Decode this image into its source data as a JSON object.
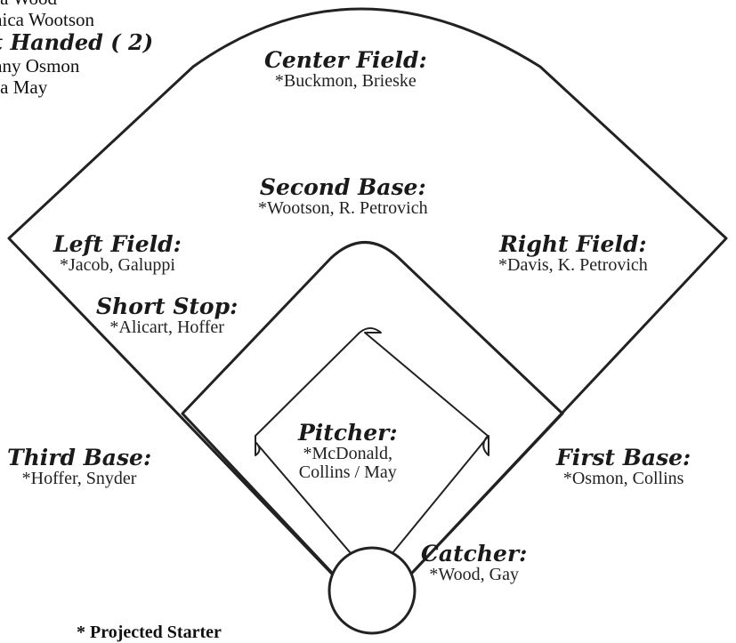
{
  "handed_list": {
    "top_names": [
      "sa Wood",
      "nica Wootson"
    ],
    "heading": "t Handed ( 2)",
    "names": [
      "nny Osmon",
      "sa May"
    ]
  },
  "positions": {
    "center_field": {
      "title": "Center Field:",
      "names": "*Buckmon, Brieske"
    },
    "second_base": {
      "title": "Second Base:",
      "names": "*Wootson, R. Petrovich"
    },
    "left_field": {
      "title": "Left Field:",
      "names": "*Jacob, Galuppi"
    },
    "right_field": {
      "title": "Right Field:",
      "names": "*Davis, K. Petrovich"
    },
    "short_stop": {
      "title": "Short Stop:",
      "names": "*Alicart, Hoffer"
    },
    "pitcher": {
      "title": "Pitcher:",
      "names_line1": "*McDonald,",
      "names_line2": "Collins / May"
    },
    "third_base": {
      "title": "Third Base:",
      "names": "*Hoffer, Snyder"
    },
    "first_base": {
      "title": "First Base:",
      "names": "*Osmon, Collins"
    },
    "catcher": {
      "title": "Catcher:",
      "names": "*Wood, Gay"
    }
  },
  "footnote": "* Projected Starter"
}
